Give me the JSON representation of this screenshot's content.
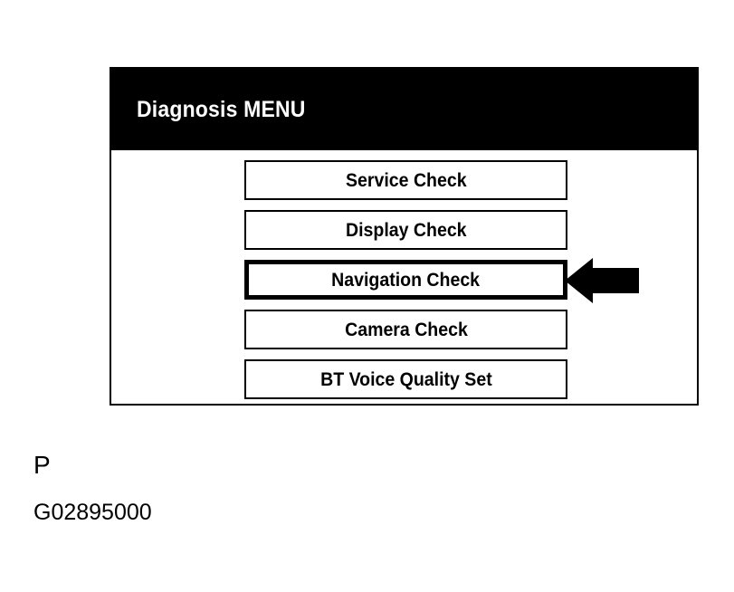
{
  "panel": {
    "title": "Diagnosis MENU",
    "title_color": "#ffffff",
    "title_bar_color": "#000000",
    "background_color": "#ffffff",
    "border_color": "#000000"
  },
  "menu": {
    "items": [
      {
        "label": "Service Check",
        "selected": false
      },
      {
        "label": "Display Check",
        "selected": false
      },
      {
        "label": "Navigation Check",
        "selected": true
      },
      {
        "label": "Camera Check",
        "selected": false
      },
      {
        "label": "BT Voice Quality Set",
        "selected": false
      }
    ]
  },
  "pointer": {
    "icon": "arrow-left-icon",
    "color": "#000000",
    "points_to": "Navigation Check"
  },
  "caption": {
    "label": "P",
    "code": "G02895000"
  }
}
